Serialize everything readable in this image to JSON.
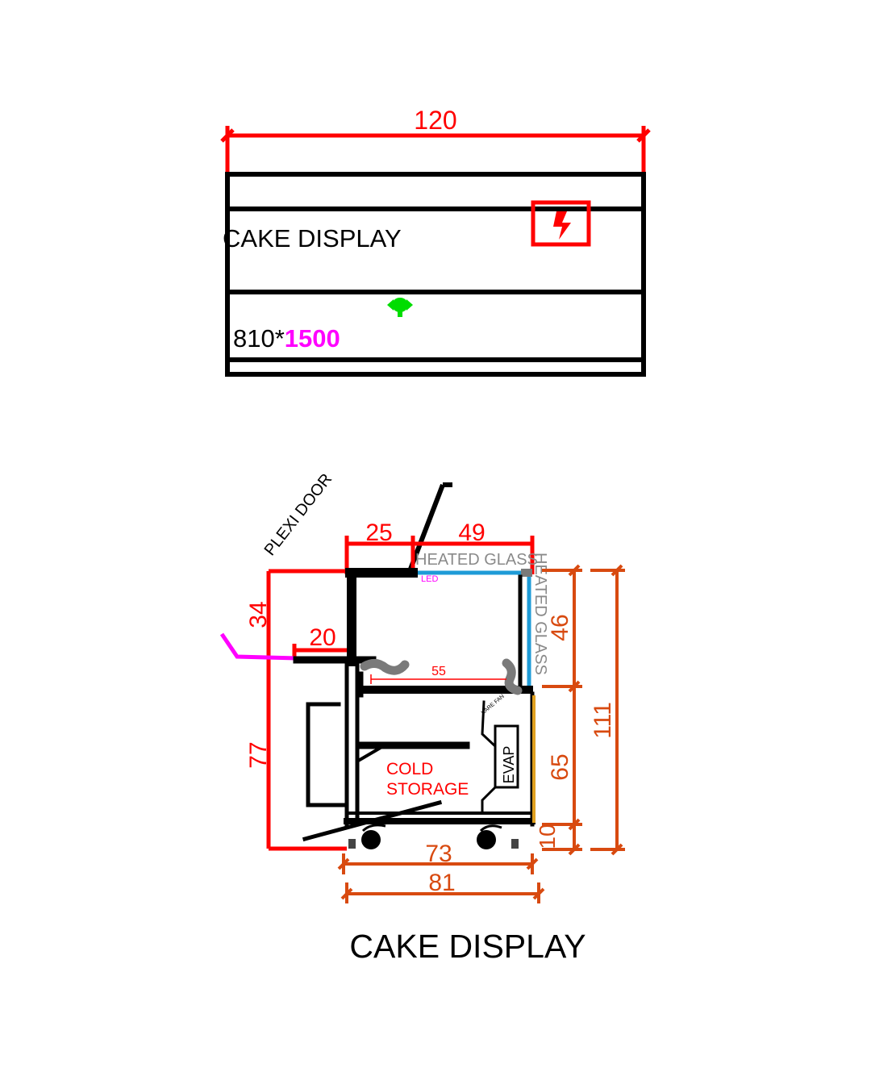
{
  "colors": {
    "outline": "#000000",
    "dimension_red": "#ff0000",
    "dimension_orange": "#d84a10",
    "glass_blue": "#1e9bd7",
    "glass_label_gray": "#8a8a8a",
    "led_magenta": "#ff00ff",
    "accent_green": "#00dd00",
    "side_amber": "#e0a020",
    "handle_gray": "#7a7a7a"
  },
  "top_view": {
    "width_dim": "120",
    "name": "CAKE DISPLAY",
    "size_prefix": "810*",
    "size_highlight": "1500",
    "icons": [
      "power-socket-icon",
      "green-indicator-icon"
    ]
  },
  "section_view": {
    "door_label": "PLEXI DOOR",
    "dims": {
      "top_left": "25",
      "top_right": "49",
      "front_upper": "34",
      "shelf_depth": "20",
      "front_lower": "77",
      "inner_width": "55",
      "glass_height": "46",
      "lower_height": "65",
      "base_height": "10",
      "total_height": "111",
      "base_width": "73",
      "overall_width": "81"
    },
    "labels": {
      "heated_glass_top": "HEATED GLASS",
      "heated_glass_side": "HEATED GLASS",
      "led": "LED",
      "cold_storage_1": "COLD",
      "cold_storage_2": "STORAGE",
      "evap": "EVAP",
      "fan": "KARE FAN"
    },
    "title": "CAKE DISPLAY"
  }
}
